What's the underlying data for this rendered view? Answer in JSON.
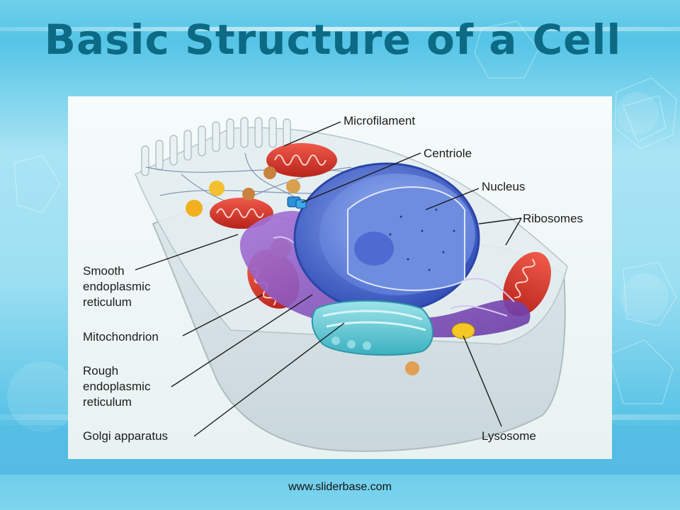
{
  "slide": {
    "title": "Basic Structure of a Cell",
    "footer": "www.sliderbase.com"
  },
  "labels": {
    "microfilament": "Microfilament",
    "centriole": "Centriole",
    "nucleus": "Nucleus",
    "ribosomes": "Ribosomes",
    "smooth_er": [
      "Smooth",
      "endoplasmic",
      "reticulum"
    ],
    "mitochondrion": "Mitochondrion",
    "rough_er": [
      "Rough",
      "endoplasmic",
      "reticulum"
    ],
    "golgi": "Golgi apparatus",
    "lysosome": "Lysosome"
  },
  "colors": {
    "title": "#0c6a84",
    "nucleus": "#4f6fd0",
    "mitochondrion": "#d8352a",
    "golgi": "#5fc4cf",
    "er": "#8a4fc0",
    "lysosome": "#f0c020"
  }
}
